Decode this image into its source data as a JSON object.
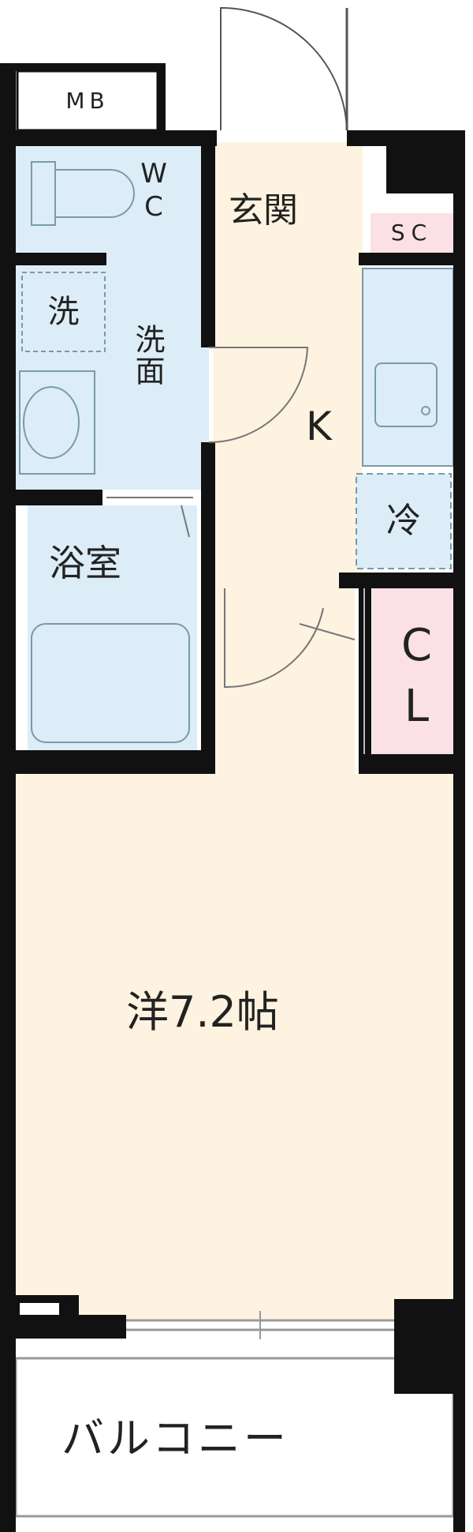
{
  "floorplan": {
    "rooms": {
      "mb": "MB",
      "wc": "WC",
      "washroom": "洗面",
      "washer": "洗",
      "bath": "浴室",
      "entrance": "玄関",
      "shoe_closet": "SC",
      "kitchen": "K",
      "fridge": "冷",
      "closet": "CL",
      "western_room": "洋7.2帖",
      "balcony": "バルコニー"
    },
    "colors": {
      "wall": "#111111",
      "wet_area": "#dcedf7",
      "living_area": "#fdf3e0",
      "closet": "#fbe0e6",
      "outside": "#ffffff"
    }
  }
}
